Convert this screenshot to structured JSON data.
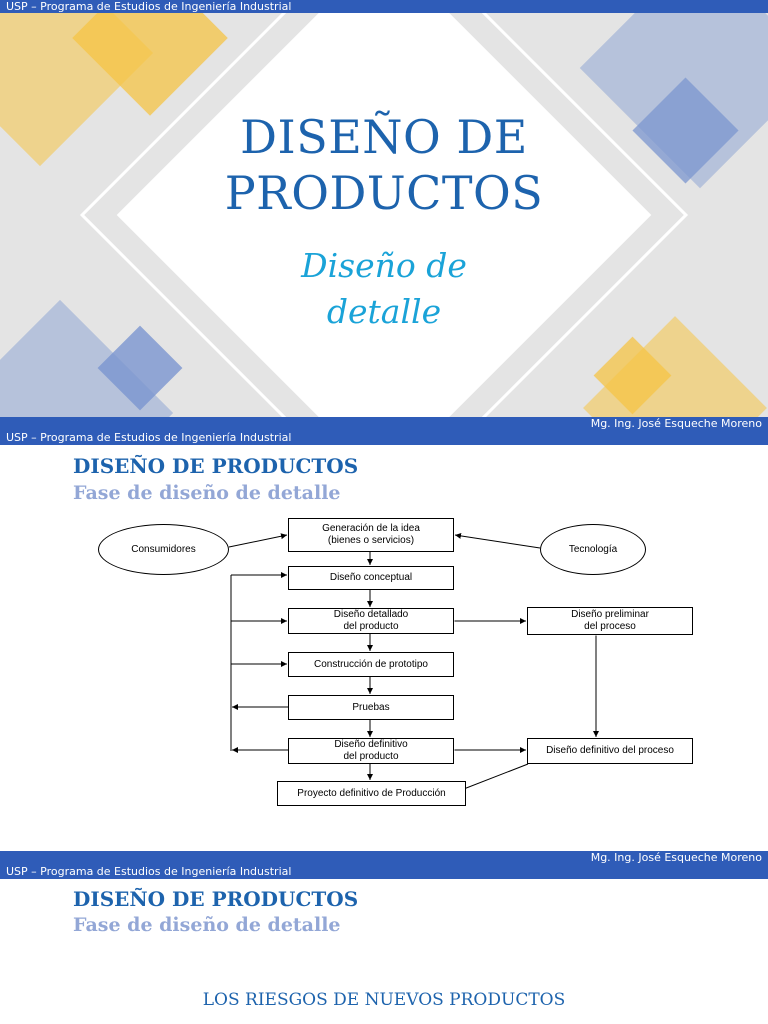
{
  "header_text": "USP – Programa de Estudios de Ingeniería Industrial",
  "footer_text": "Mg. Ing. José Esqueche Moreno",
  "slide1": {
    "title_line1": "DISEÑO DE",
    "title_line2": "PRODUCTOS",
    "subtitle_line1": "Diseño de",
    "subtitle_line2": "detalle"
  },
  "slide2": {
    "heading": "DISEÑO DE PRODUCTOS",
    "subheading": "Fase de diseño de detalle",
    "flow": {
      "consumidores": "Consumidores",
      "tecnologia": "Tecnología",
      "generacion": "Generación de la idea\n(bienes o servicios)",
      "conceptual": "Diseño conceptual",
      "detallado": "Diseño detallado\ndel producto",
      "preliminar": "Diseño preliminar\ndel proceso",
      "prototipo": "Construcción de prototipo",
      "pruebas": "Pruebas",
      "definitivo_producto": "Diseño definitivo\ndel producto",
      "definitivo_proceso": "Diseño definitivo del proceso",
      "proyecto": "Proyecto definitivo de Producción"
    }
  },
  "slide3": {
    "heading": "DISEÑO DE PRODUCTOS",
    "subheading": "Fase de diseño de detalle",
    "section_title": "LOS RIESGOS DE NUEVOS PRODUCTOS"
  },
  "colors": {
    "bar": "#2f5cb8",
    "title_blue": "#1d63ad",
    "subtitle_cyan": "#1aa3d8",
    "subheading_grey_blue": "#93a7d6",
    "accent_yellow": "#f6c445",
    "accent_blue": "#8fa5d4"
  }
}
